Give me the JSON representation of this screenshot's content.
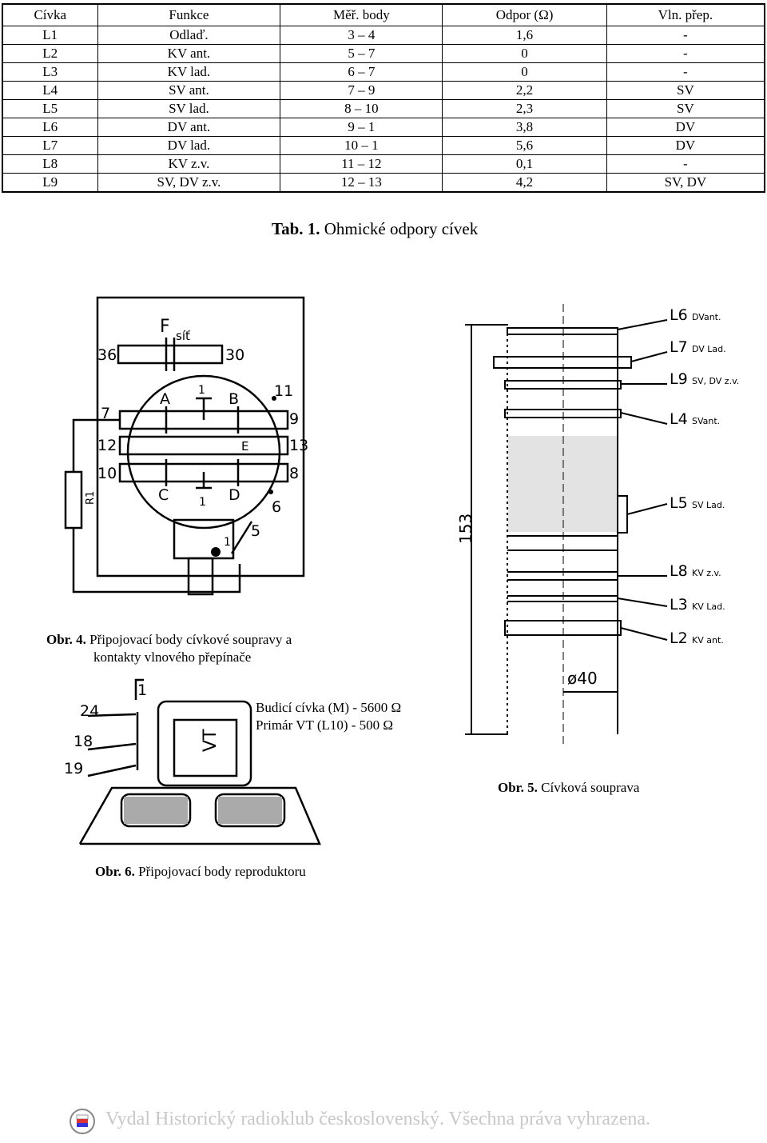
{
  "table": {
    "headers": [
      "Cívka",
      "Funkce",
      "Měř. body",
      "Odpor (Ω)",
      "Vln. přep."
    ],
    "rows": [
      [
        "L1",
        "Odlaď.",
        "3 – 4",
        "1,6",
        "-"
      ],
      [
        "L2",
        "KV ant.",
        "5 – 7",
        "0",
        "-"
      ],
      [
        "L3",
        "KV lad.",
        "6 – 7",
        "0",
        "-"
      ],
      [
        "L4",
        "SV ant.",
        "7 – 9",
        "2,2",
        "SV"
      ],
      [
        "L5",
        "SV lad.",
        "8 – 10",
        "2,3",
        "SV"
      ],
      [
        "L6",
        "DV ant.",
        "9 – 1",
        "3,8",
        "DV"
      ],
      [
        "L7",
        "DV lad.",
        "10 – 1",
        "5,6",
        "DV"
      ],
      [
        "L8",
        "KV z.v.",
        "11 – 12",
        "0,1",
        "-"
      ],
      [
        "L9",
        "SV, DV z.v.",
        "12 – 13",
        "4,2",
        "SV, DV"
      ]
    ],
    "caption_bold": "Tab. 1.",
    "caption_text": " Ohmické odpory cívek"
  },
  "fig4": {
    "caption_bold": "Obr. 4.",
    "caption_line1": " Připojovací body cívkové soupravy a",
    "caption_line2": "kontakty vlnového přepínače",
    "labels": {
      "fuse": "F",
      "fuse_sub": "síť",
      "n36": "36",
      "n30": "30",
      "A": "A",
      "B": "B",
      "n1a": "1",
      "n11": "11",
      "n7": "7",
      "n9": "9",
      "n12": "12",
      "E": "E",
      "n13": "13",
      "n10": "10",
      "n8": "8",
      "C": "C",
      "D": "D",
      "n1b": "1",
      "n6": "6",
      "n5": "5",
      "n1c": "1",
      "R1": "R1"
    }
  },
  "fig5": {
    "caption_bold": "Obr. 5.",
    "caption_text": " Cívková souprava",
    "height_dim": "153",
    "diameter_dim": "ø40",
    "coils": [
      {
        "name": "L6",
        "desc": "DVant."
      },
      {
        "name": "L7",
        "desc": "DV Lad."
      },
      {
        "name": "L9",
        "desc": "SV, DV z.v."
      },
      {
        "name": "L4",
        "desc": "SVant."
      },
      {
        "name": "L5",
        "desc": "SV Lad."
      },
      {
        "name": "L8",
        "desc": "KV z.v."
      },
      {
        "name": "L3",
        "desc": "KV Lad."
      },
      {
        "name": "L2",
        "desc": "KV ant."
      }
    ]
  },
  "fig6": {
    "caption_bold": "Obr. 6.",
    "caption_text": " Připojovací body reproduktoru",
    "line1": "Budicí cívka (M) - 5600 Ω",
    "line2": "Primár VT (L10) - 500 Ω",
    "labels": {
      "n1": "1",
      "n24": "24",
      "n18": "18",
      "n19": "19",
      "vt": "VT"
    }
  },
  "footer": "Vydal Historický radioklub československý. Všechna práva vyhrazena."
}
